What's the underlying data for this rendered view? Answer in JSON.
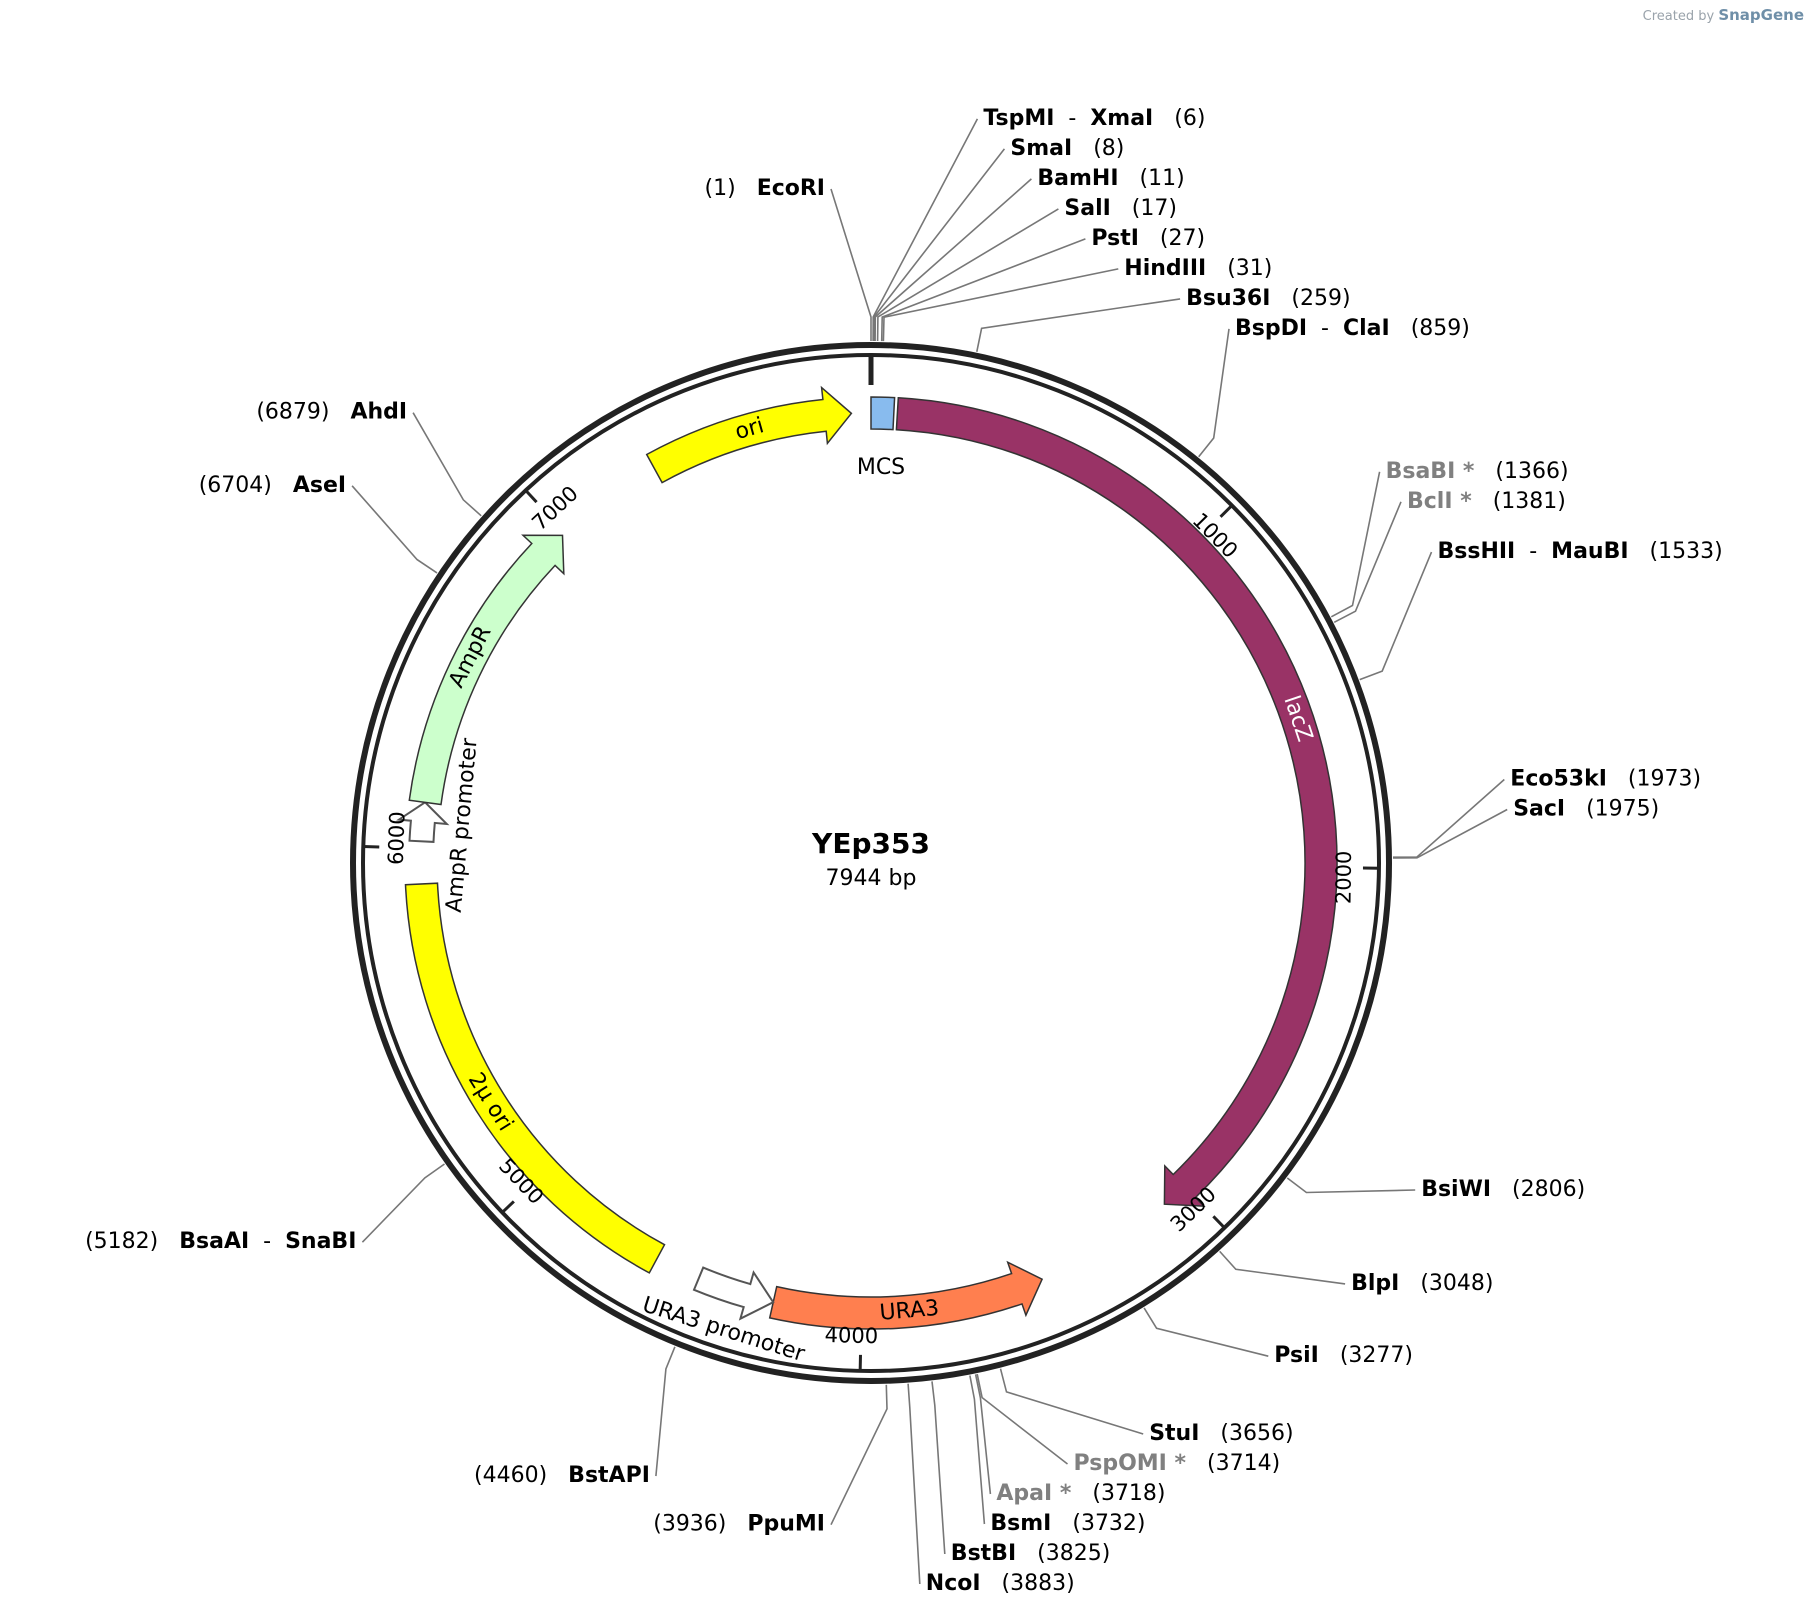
{
  "credit": {
    "prefix": "Created by",
    "brand": "SnapGene"
  },
  "plasmid": {
    "name": "YEp353",
    "length_label": "7944 bp",
    "length": 7944
  },
  "ticks": [
    {
      "pos": 1000,
      "label": "1000"
    },
    {
      "pos": 2000,
      "label": "2000"
    },
    {
      "pos": 3000,
      "label": "3000"
    },
    {
      "pos": 4000,
      "label": "4000"
    },
    {
      "pos": 5000,
      "label": "5000"
    },
    {
      "pos": 6000,
      "label": "6000"
    },
    {
      "pos": 7000,
      "label": "7000"
    }
  ],
  "features": [
    {
      "name": "lacZ",
      "label": "lacZ",
      "start": 75,
      "end": 3075,
      "dir": 1,
      "color": "#993366",
      "textColor": "#ffffff",
      "type": "arrow",
      "track": "inner"
    },
    {
      "name": "MCS",
      "label": "MCS",
      "start": 1,
      "end": 65,
      "dir": 0,
      "color": "#88bbee",
      "textColor": "#000000",
      "type": "box",
      "track": "inner"
    },
    {
      "name": "URA3",
      "label": "URA3",
      "start": 3480,
      "end": 4250,
      "dir": -1,
      "color": "#ff7f4f",
      "textColor": "#000000",
      "type": "arrow",
      "track": "inner"
    },
    {
      "name": "URA3 promoter",
      "label": "URA3 promoter",
      "start": 4250,
      "end": 4470,
      "dir": -1,
      "color": "#ffffff",
      "textColor": "#000000",
      "type": "promoter",
      "track": "inner"
    },
    {
      "name": "2µ ori",
      "label": "2µ ori",
      "start": 4600,
      "end": 5900,
      "dir": 0,
      "color": "#ffff00",
      "textColor": "#000000",
      "type": "box",
      "track": "inner"
    },
    {
      "name": "AmpR promoter",
      "label": "AmpR promoter",
      "start": 6020,
      "end": 6130,
      "dir": 1,
      "color": "#ffffff",
      "textColor": "#000000",
      "type": "promoter",
      "track": "inner"
    },
    {
      "name": "AmpR",
      "label": "AmpR",
      "start": 6130,
      "end": 6990,
      "dir": 1,
      "color": "#ccffcc",
      "textColor": "#000000",
      "type": "arrow",
      "track": "inner"
    },
    {
      "name": "ori",
      "label": "ori",
      "start": 7310,
      "end": 7890,
      "dir": 1,
      "color": "#ffff00",
      "textColor": "#000000",
      "type": "arrow",
      "track": "inner"
    }
  ],
  "sites": [
    {
      "enzyme": "EcoRI",
      "pos_label": "(1)",
      "pos": 1,
      "side": "left",
      "gray": false
    },
    {
      "enzyme": "TspMI",
      "alt": "XmaI",
      "pos_label": "(6)",
      "pos": 6,
      "side": "right",
      "gray": false
    },
    {
      "enzyme": "SmaI",
      "pos_label": "(8)",
      "pos": 8,
      "side": "right",
      "gray": false
    },
    {
      "enzyme": "BamHI",
      "pos_label": "(11)",
      "pos": 11,
      "side": "right",
      "gray": false
    },
    {
      "enzyme": "SalI",
      "pos_label": "(17)",
      "pos": 17,
      "side": "right",
      "gray": false
    },
    {
      "enzyme": "PstI",
      "pos_label": "(27)",
      "pos": 27,
      "side": "right",
      "gray": false
    },
    {
      "enzyme": "HindIII",
      "pos_label": "(31)",
      "pos": 31,
      "side": "right",
      "gray": false
    },
    {
      "enzyme": "Bsu36I",
      "pos_label": "(259)",
      "pos": 259,
      "side": "right",
      "gray": false
    },
    {
      "enzyme": "BspDI",
      "alt": "ClaI",
      "pos_label": "(859)",
      "pos": 859,
      "side": "right",
      "gray": false
    },
    {
      "enzyme": "BsaBI *",
      "pos_label": "(1366)",
      "pos": 1366,
      "side": "right",
      "gray": true
    },
    {
      "enzyme": "BclI *",
      "pos_label": "(1381)",
      "pos": 1381,
      "side": "right",
      "gray": true
    },
    {
      "enzyme": "BssHII",
      "alt": "MauBI",
      "pos_label": "(1533)",
      "pos": 1533,
      "side": "right",
      "gray": false
    },
    {
      "enzyme": "Eco53kI",
      "pos_label": "(1973)",
      "pos": 1973,
      "side": "right",
      "gray": false
    },
    {
      "enzyme": "SacI",
      "pos_label": "(1975)",
      "pos": 1975,
      "side": "right",
      "gray": false
    },
    {
      "enzyme": "BsiWI",
      "pos_label": "(2806)",
      "pos": 2806,
      "side": "right",
      "gray": false
    },
    {
      "enzyme": "BlpI",
      "pos_label": "(3048)",
      "pos": 3048,
      "side": "right",
      "gray": false
    },
    {
      "enzyme": "PsiI",
      "pos_label": "(3277)",
      "pos": 3277,
      "side": "right",
      "gray": false
    },
    {
      "enzyme": "StuI",
      "pos_label": "(3656)",
      "pos": 3656,
      "side": "right",
      "gray": false
    },
    {
      "enzyme": "PspOMI *",
      "pos_label": "(3714)",
      "pos": 3714,
      "side": "right",
      "gray": true
    },
    {
      "enzyme": "ApaI *",
      "pos_label": "(3718)",
      "pos": 3718,
      "side": "right",
      "gray": true
    },
    {
      "enzyme": "BsmI",
      "pos_label": "(3732)",
      "pos": 3732,
      "side": "right",
      "gray": false
    },
    {
      "enzyme": "BstBI",
      "pos_label": "(3825)",
      "pos": 3825,
      "side": "right",
      "gray": false
    },
    {
      "enzyme": "NcoI",
      "pos_label": "(3883)",
      "pos": 3883,
      "side": "right",
      "gray": false
    },
    {
      "enzyme": "PpuMI",
      "pos_label": "(3936)",
      "pos": 3936,
      "side": "left",
      "gray": false
    },
    {
      "enzyme": "BstAPI",
      "pos_label": "(4460)",
      "pos": 4460,
      "side": "left",
      "gray": false
    },
    {
      "enzyme": "BsaAI",
      "alt": "SnaBI",
      "pos_label": "(5182)",
      "pos": 5182,
      "side": "left",
      "gray": false
    },
    {
      "enzyme": "AseI",
      "pos_label": "(6704)",
      "pos": 6704,
      "side": "left",
      "gray": false
    },
    {
      "enzyme": "AhdI",
      "pos_label": "(6879)",
      "pos": 6879,
      "side": "left",
      "gray": false
    }
  ]
}
